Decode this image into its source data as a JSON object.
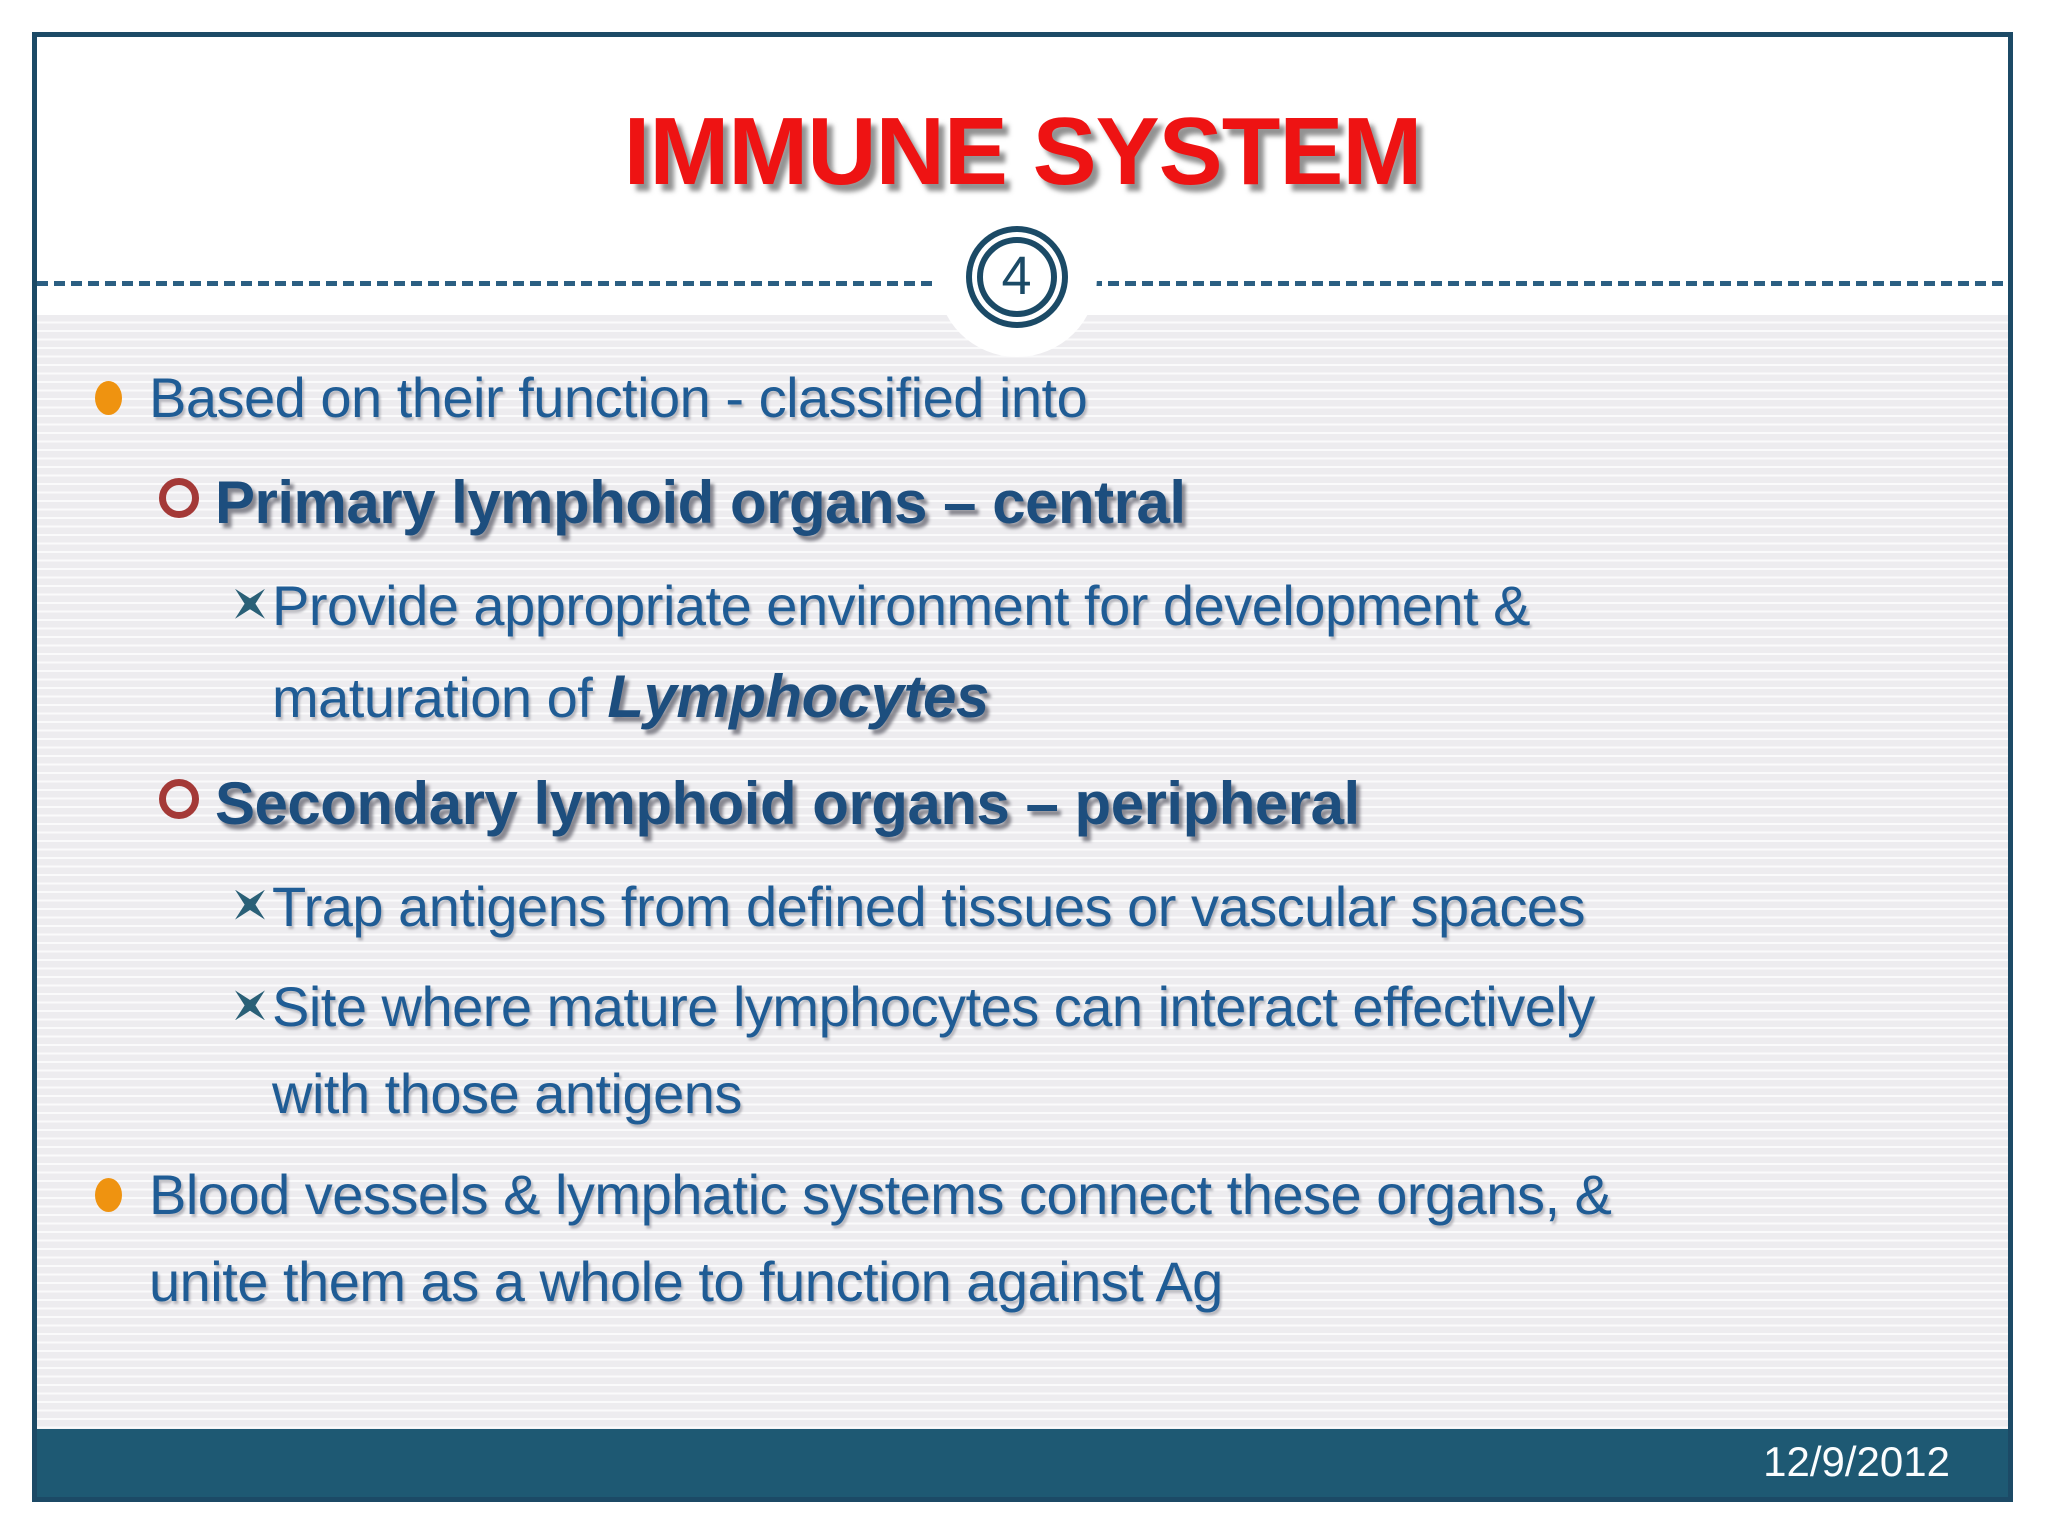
{
  "slide": {
    "title": "IMMUNE SYSTEM",
    "slide_number": "4",
    "footer_date": "12/9/2012",
    "bullets": [
      {
        "level": 1,
        "text": "Based on their function - classified into"
      },
      {
        "level": 2,
        "text": "Primary lymphoid organs – central"
      },
      {
        "level": 3,
        "text": "Provide appropriate environment for development &",
        "text2": "maturation of ",
        "emphasis": "Lymphocytes"
      },
      {
        "level": 2,
        "text": "Secondary lymphoid organs – peripheral"
      },
      {
        "level": 3,
        "text": "Trap antigens from defined tissues or vascular spaces"
      },
      {
        "level": 3,
        "text": "Site where mature lymphocytes can interact effectively",
        "text2": "with those antigens"
      },
      {
        "level": 1,
        "text": "Blood vessels & lymphatic systems connect these organs, &",
        "text2": "unite them as a whole to function against Ag"
      }
    ],
    "colors": {
      "title_red": "#ee1313",
      "body_text_blue": "#1f5c95",
      "heading_blue": "#1d4e7e",
      "bullet_orange": "#ef9310",
      "bullet_maroon": "#a43937",
      "bullet_star_teal": "#2a6077",
      "frame_border": "#1c4a66",
      "footer_bar": "#1e5973",
      "footer_text": "#fbfdfe"
    }
  }
}
